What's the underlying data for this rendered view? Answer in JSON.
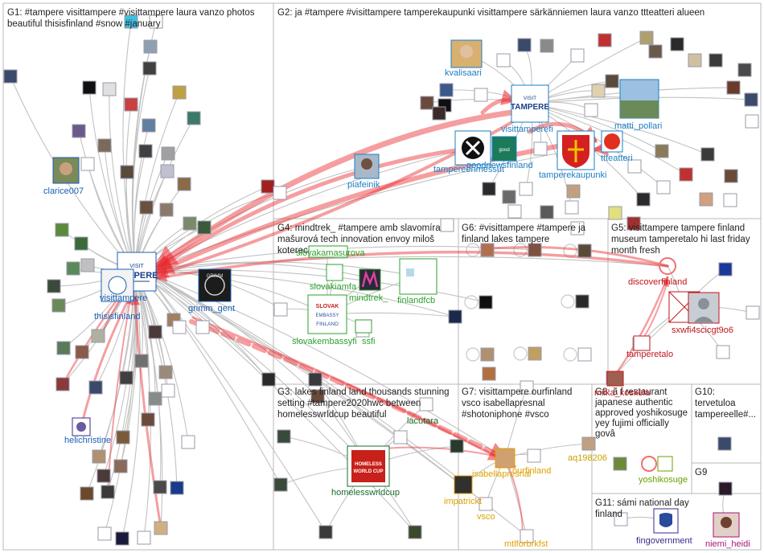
{
  "groups": [
    {
      "id": "G1",
      "title": [
        "G1: #tampere visittampere #visittampere laura vanzo photos",
        "beautiful thisisfinland #snow #january"
      ]
    },
    {
      "id": "G2",
      "title": [
        "G2: ja #tampere #visittampere tamperekaupunki visittampere särkänniemen laura vanzo ttteatteri alueen"
      ]
    },
    {
      "id": "G4",
      "title": [
        "G4: mindtrek_ #tampere amb slavomíra",
        "mašurová tech innovation envoy miloš",
        "koterec"
      ]
    },
    {
      "id": "G6",
      "title": [
        "G6: #visittampere #tampere ja",
        "finland lakes tampere"
      ]
    },
    {
      "id": "G5",
      "title": [
        "G5: visittampere tampere finland",
        "museum tamperetalo hi last friday",
        "month fresh"
      ]
    },
    {
      "id": "G3",
      "title": [
        "G3: lakes finland land thousands stunning",
        "setting #tampere2020hwc between",
        "homelesswrldcup beautiful"
      ]
    },
    {
      "id": "G7",
      "title": [
        "G7: visittampere ourfinland",
        "vsco isabellapresnal",
        "#shotoniphone #vsco"
      ]
    },
    {
      "id": "G8",
      "title": [
        "G8: ã f restaurant",
        "japanese authentic",
        "approved yoshikosuge",
        "yey fujimi officially",
        "govâ"
      ]
    },
    {
      "id": "G10",
      "title": [
        "G10:",
        "tervetuloa",
        "tampereelle#..."
      ]
    },
    {
      "id": "G9",
      "title": [
        "G9"
      ]
    },
    {
      "id": "G11",
      "title": [
        "G11: sámi national day",
        "finland"
      ]
    }
  ],
  "nodes": [
    {
      "id": "visittampere",
      "label": "visittampere",
      "color": "#1a5fb4"
    },
    {
      "id": "thisisfinland",
      "label": "thisisfinland",
      "color": "#1a5fb4"
    },
    {
      "id": "grimm_gent",
      "label": "grimm_gent",
      "color": "#1a5fb4"
    },
    {
      "id": "clarice007",
      "label": "clarice007",
      "color": "#1a5fb4"
    },
    {
      "id": "helichristine",
      "label": "helichristine",
      "color": "#1a5fb4"
    },
    {
      "id": "kvalisaari",
      "label": "kvalisaari",
      "color": "#1a7fc4"
    },
    {
      "id": "visittamperefi",
      "label": "visittamperefi",
      "color": "#1a7fc4"
    },
    {
      "id": "goodnewsfinland",
      "label": "goodnewsfinland",
      "color": "#1a7fc4"
    },
    {
      "id": "tampereenmessut",
      "label": "tampereenmessut",
      "color": "#1a7fc4"
    },
    {
      "id": "tamperekaupunki",
      "label": "tamperekaupunki",
      "color": "#1a7fc4"
    },
    {
      "id": "matti_pollari",
      "label": "matti_pollari",
      "color": "#1a7fc4"
    },
    {
      "id": "ttteatteri",
      "label": "ttteatteri",
      "color": "#1a7fc4"
    },
    {
      "id": "piafeinik",
      "label": "piafeinik",
      "color": "#1a7fc4"
    },
    {
      "id": "slovakamasurova",
      "label": "slovakamasurova",
      "color": "#2ca02c"
    },
    {
      "id": "slovakiamfa",
      "label": "slovakiamfa",
      "color": "#2ca02c"
    },
    {
      "id": "mindtrek_",
      "label": "mindtrek_",
      "color": "#2ca02c"
    },
    {
      "id": "finlandfcb",
      "label": "finlandfcb",
      "color": "#2ca02c"
    },
    {
      "id": "slovakembassyfi",
      "label": "slovakembassyfi",
      "color": "#2ca02c"
    },
    {
      "id": "ssfi",
      "label": "ssfi",
      "color": "#2ca02c"
    },
    {
      "id": "discoverfinland",
      "label": "discoverfinland",
      "color": "#c0151a"
    },
    {
      "id": "sxwfi4scicgt9o6",
      "label": "sxwfi4scicgt9o6",
      "color": "#c0151a"
    },
    {
      "id": "tamperetalo",
      "label": "tamperetalo",
      "color": "#c0151a"
    },
    {
      "id": "miika_koskela",
      "label": "miika_koskela",
      "color": "#c0151a"
    },
    {
      "id": "homelesswrldcup",
      "label": "homelesswrldcup",
      "color": "#1a6b2f"
    },
    {
      "id": "lacutara",
      "label": "lacutara",
      "color": "#1a6b2f"
    },
    {
      "id": "isabellapresnal",
      "label": "isabellapresnal",
      "color": "#e0a000"
    },
    {
      "id": "ourfinland",
      "label": "ourfinland",
      "color": "#e0a000"
    },
    {
      "id": "impatrickt",
      "label": "impatrickt",
      "color": "#e0a000"
    },
    {
      "id": "vsco",
      "label": "vsco",
      "color": "#e0a000"
    },
    {
      "id": "mtlforbrkfst",
      "label": "mtlforbrkfst",
      "color": "#e0a000"
    },
    {
      "id": "aq198206",
      "label": "aq198206",
      "color": "#c8a200"
    },
    {
      "id": "yoshikosuge",
      "label": "yoshikosuge",
      "color": "#6aa000"
    },
    {
      "id": "fingovernment",
      "label": "fingovernment",
      "color": "#3a2a8a"
    },
    {
      "id": "niemi_heidi",
      "label": "niemi_heidi",
      "color": "#a8157a"
    }
  ],
  "colors": {
    "panel_border": "#b9b9b9",
    "edge_grey": "#c2c2c2",
    "edge_red": "#e8272c"
  }
}
